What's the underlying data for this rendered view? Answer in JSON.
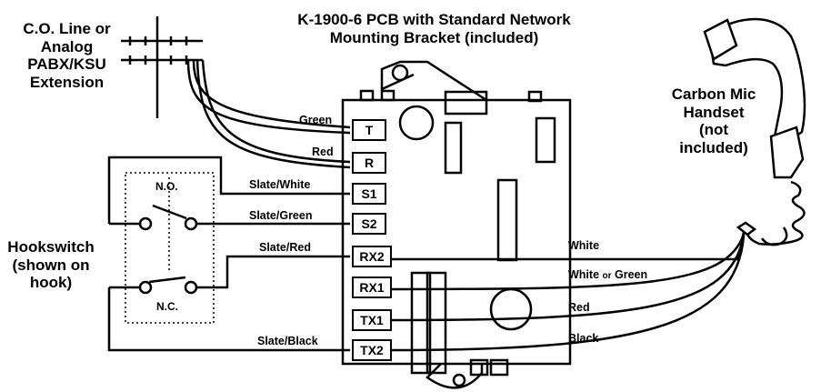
{
  "labels": {
    "co_line": [
      "C.O. Line or",
      "Analog",
      "PABX/KSU",
      "Extension"
    ],
    "pcb_title": [
      "K-1900-6 PCB with Standard Network",
      "Mounting Bracket (included)"
    ],
    "handset": [
      "Carbon Mic",
      "Handset",
      "(not",
      "included)"
    ],
    "hookswitch": [
      "Hookswitch",
      "(shown on",
      "hook)"
    ],
    "no": "N.O.",
    "nc": "N.C."
  },
  "terminals": {
    "t": "T",
    "r": "R",
    "s1": "S1",
    "s2": "S2",
    "rx2": "RX2",
    "rx1": "RX1",
    "tx1": "TX1",
    "tx2": "TX2"
  },
  "wires": {
    "green": "Green",
    "red_left": "Red",
    "slate_white": "Slate/White",
    "slate_green": "Slate/Green",
    "slate_red": "Slate/Red",
    "slate_black": "Slate/Black",
    "white": "White",
    "white_or_green_a": "White",
    "white_or_green_or": "or",
    "white_or_green_b": "Green",
    "red_right": "Red",
    "black": "Black"
  }
}
